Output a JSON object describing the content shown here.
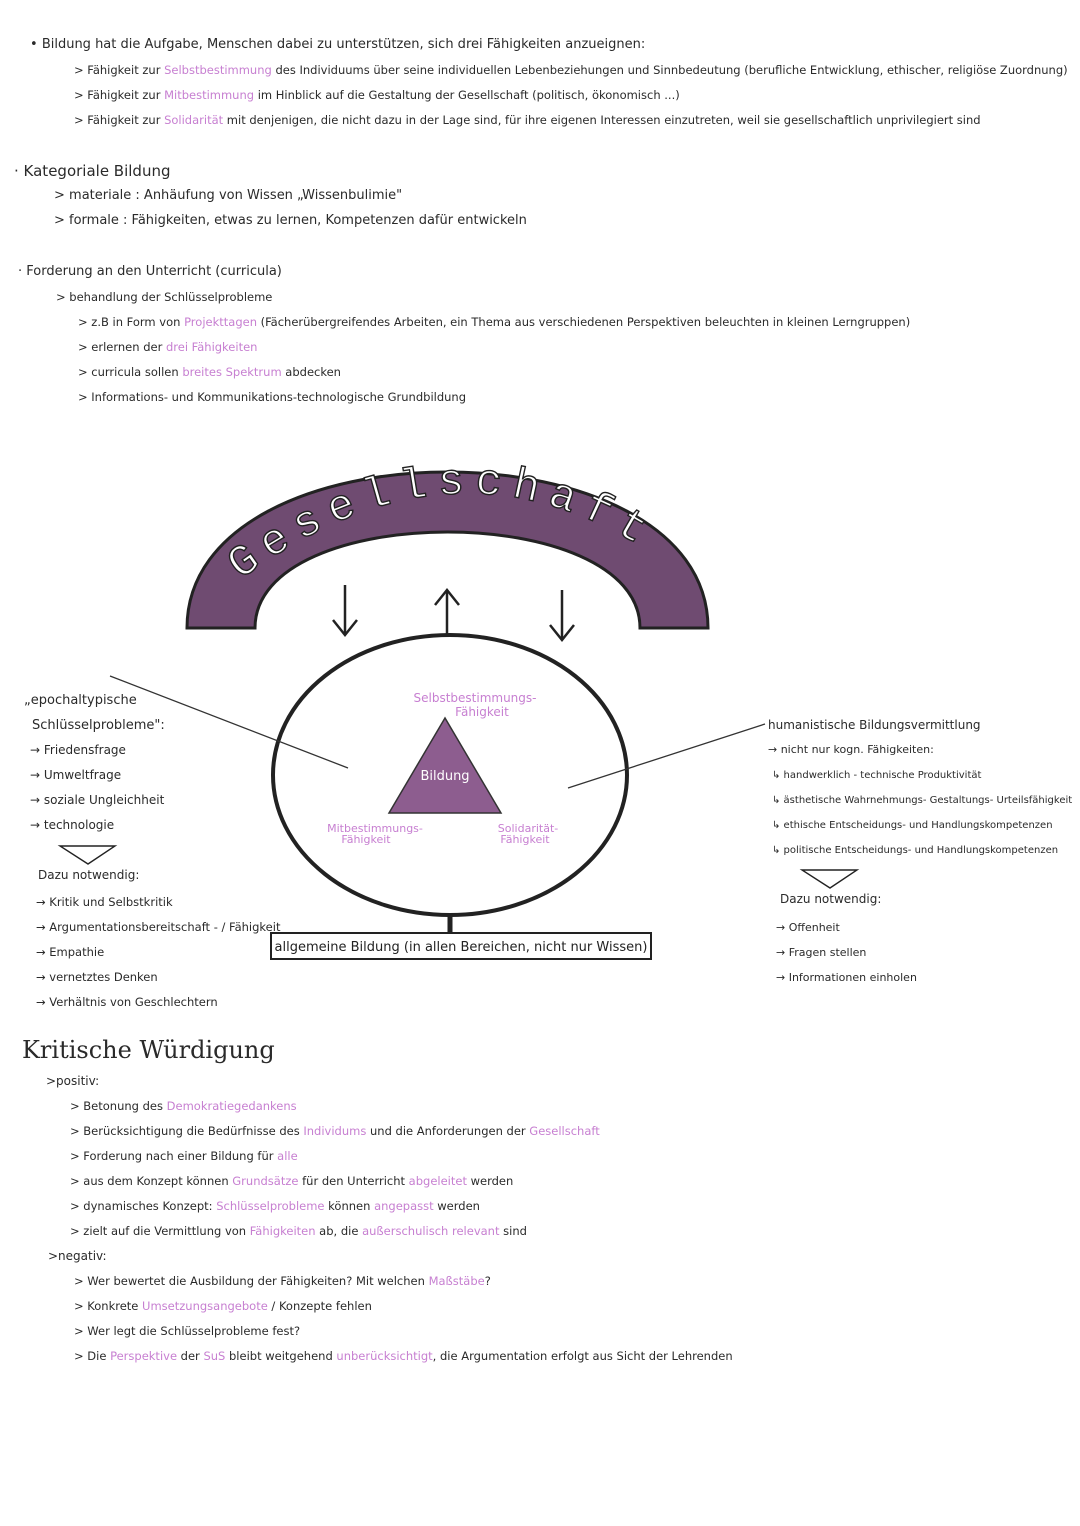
{
  "colors": {
    "accent": "#c77fd1",
    "arch_fill": "#6f4b71",
    "triangle_fill": "#8d5d8f",
    "text": "#2a2a2a"
  },
  "bildung": {
    "intro": "Bildung hat die Aufgabe, Menschen dabei zu unterstützen, sich drei Fähigkeiten anzueignen:",
    "items": [
      {
        "pre": "> Fähigkeit zur ",
        "hl": "Selbstbestimmung",
        "post": " des Individuums über seine individuellen Lebenbeziehungen und Sinnbedeutung (berufliche Entwicklung, ethischer, religiöse Zuordnung)"
      },
      {
        "pre": "> Fähigkeit zur ",
        "hl": "Mitbestimmung",
        "post": " im Hinblick auf die Gestaltung der Gesellschaft (politisch, ökonomisch ...)"
      },
      {
        "pre": "> Fähigkeit zur ",
        "hl": "Solidarität",
        "post": " mit denjenigen, die nicht dazu in der Lage sind, für ihre eigenen Interessen einzutreten, weil sie gesellschaftlich unprivilegiert sind"
      }
    ]
  },
  "kategorial": {
    "heading": "Kategoriale Bildung",
    "items": [
      "> materiale : Anhäufung von Wissen „Wissenbulimie\"",
      "> formale : Fähigkeiten, etwas zu lernen, Kompetenzen dafür entwickeln"
    ]
  },
  "forderung": {
    "heading": "Forderung an den Unterricht (curricula)",
    "sub": "> behandlung der Schlüsselprobleme",
    "items": [
      {
        "pre": "> z.B in Form von ",
        "hl": "Projekttagen",
        "post": " (Fächerübergreifendes Arbeiten, ein Thema aus verschiedenen Perspektiven beleuchten in kleinen Lerngruppen)"
      },
      {
        "pre": "> erlernen der ",
        "hl": "drei Fähigkeiten",
        "post": ""
      },
      {
        "pre": "> curricula sollen ",
        "hl": "breites Spektrum",
        "post": " abdecken"
      },
      {
        "pre": "> Informations- und Kommunikations-technologische Grundbildung",
        "hl": "",
        "post": ""
      }
    ]
  },
  "diagram": {
    "arch_label": "Gesellschaft",
    "center": "Bildung",
    "top_label_1": "Selbstbestimmungs-",
    "top_label_2": "Fähigkeit",
    "left_label_1": "Mitbestimmungs-",
    "left_label_2": "Fähigkeit",
    "right_label_1": "Solidarität-",
    "right_label_2": "Fähigkeit",
    "base": "allgemeine Bildung (in allen Bereichen, nicht nur Wissen)"
  },
  "left_panel": {
    "heading_1": "„epochaltypische",
    "heading_2": "Schlüsselprobleme\":",
    "items": [
      "→ Friedensfrage",
      "→ Umweltfrage",
      "→ soziale Ungleichheit",
      "→ technologie"
    ],
    "needed": "Dazu notwendig:",
    "needed_items": [
      "→ Kritik und Selbstkritik",
      "→ Argumentationsbereitschaft - / Fähigkeit",
      "→ Empathie",
      "→ vernetztes Denken",
      "→ Verhältnis von Geschlechtern"
    ]
  },
  "right_panel": {
    "heading": "humanistische Bildungsvermittlung",
    "sub": "→ nicht nur kogn. Fähigkeiten:",
    "items": [
      "↳ handwerklich - technische Produktivität",
      "↳ ästhetische Wahrnehmungs- Gestaltungs- Urteilsfähigkeit",
      "↳ ethische Entscheidungs- und Handlungskompetenzen",
      "↳ politische Entscheidungs- und Handlungskompetenzen"
    ],
    "needed": "Dazu notwendig:",
    "needed_items": [
      "→ Offenheit",
      "→ Fragen stellen",
      "→ Informationen einholen"
    ]
  },
  "kritisch": {
    "title": "Kritische Würdigung",
    "positiv_heading": ">positiv:",
    "positiv": [
      {
        "pre": "> Betonung des ",
        "hl": "Demokratiegedankens",
        "post": ""
      },
      {
        "pre": "> Berücksichtigung die Bedürfnisse des ",
        "hl": "Individums",
        "post": " und die Anforderungen der ",
        "hl2": "Gesellschaft"
      },
      {
        "pre": "> Forderung nach einer Bildung für ",
        "hl": "alle",
        "post": ""
      },
      {
        "pre": "> aus dem Konzept können ",
        "hl": "Grundsätze",
        "post": " für den Unterricht ",
        "hl2": "abgeleitet",
        "post2": " werden"
      },
      {
        "pre": "> dynamisches Konzept: ",
        "hl": "Schlüsselprobleme",
        "post": " können ",
        "hl2": "angepasst",
        "post2": " werden"
      },
      {
        "pre": "> zielt auf die Vermittlung von ",
        "hl": "Fähigkeiten",
        "post": " ab, die ",
        "hl2": "außerschulisch relevant",
        "post2": " sind"
      }
    ],
    "negativ_heading": ">negativ:",
    "negativ": [
      {
        "pre": "> Wer bewertet die Ausbildung der Fähigkeiten? Mit welchen ",
        "hl": "Maßstäbe",
        "post": "?"
      },
      {
        "pre": "> Konkrete ",
        "hl": "Umsetzungsangebote",
        "post": " / Konzepte fehlen"
      },
      {
        "pre": "> Wer legt die Schlüsselprobleme fest?",
        "hl": "",
        "post": ""
      },
      {
        "pre": "> Die ",
        "hl": "Perspektive",
        "post": " der ",
        "hl2": "SuS",
        "post2": " bleibt weitgehend ",
        "hl3": "unberücksichtigt",
        "post3": ", die Argumentation erfolgt aus Sicht der Lehrenden"
      }
    ]
  }
}
